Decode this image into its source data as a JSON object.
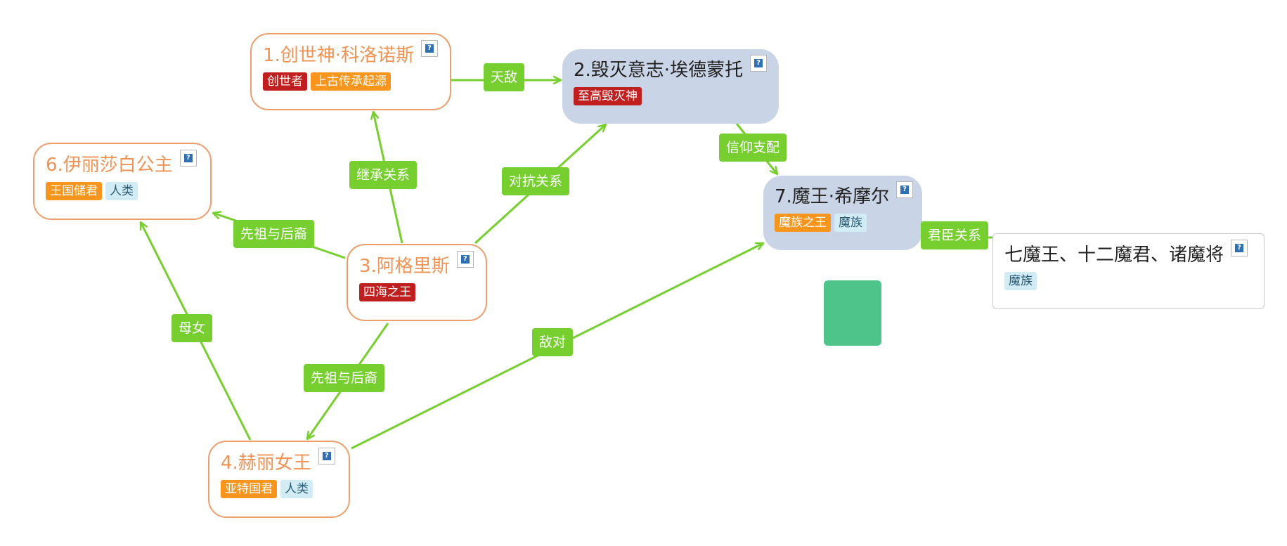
{
  "nodes": {
    "n1": {
      "title": "1.创世神·科洛诺斯",
      "tags": [
        "创世者",
        "上古传承起源"
      ]
    },
    "n2": {
      "title": "2.毁灭意志·埃德蒙托",
      "tags": [
        "至高毁灭神"
      ]
    },
    "n3": {
      "title": "3.阿格里斯",
      "tags": [
        "四海之王"
      ]
    },
    "n4": {
      "title": "4.赫丽女王",
      "tags": [
        "亚特国君",
        "人类"
      ]
    },
    "n6": {
      "title": "6.伊丽莎白公主",
      "tags": [
        "王国储君",
        "人类"
      ]
    },
    "n7": {
      "title": "7.魔王·希摩尔",
      "tags": [
        "魔族之王",
        "魔族"
      ]
    },
    "n8": {
      "title": "七魔王、十二魔君、诸魔将",
      "tags": [
        "魔族"
      ]
    }
  },
  "edges": {
    "e1": "天敌",
    "e2": "信仰支配",
    "e3": "继承关系",
    "e4": "对抗关系",
    "e5": "先祖与后裔",
    "e6": "先祖与后裔",
    "e7": "母女",
    "e8": "敌对",
    "e9": "君臣关系"
  },
  "colors": {
    "edge": "#76cf2f",
    "node_orange_border": "#ee9d6c",
    "node_orange_text": "#ef9355",
    "node_blue_fill": "#c9d4e6",
    "tag_red": "#c01f1f",
    "tag_orange": "#f7951d",
    "tag_lightblue": "#d2ecf5",
    "shape_green": "#4fc48a"
  }
}
